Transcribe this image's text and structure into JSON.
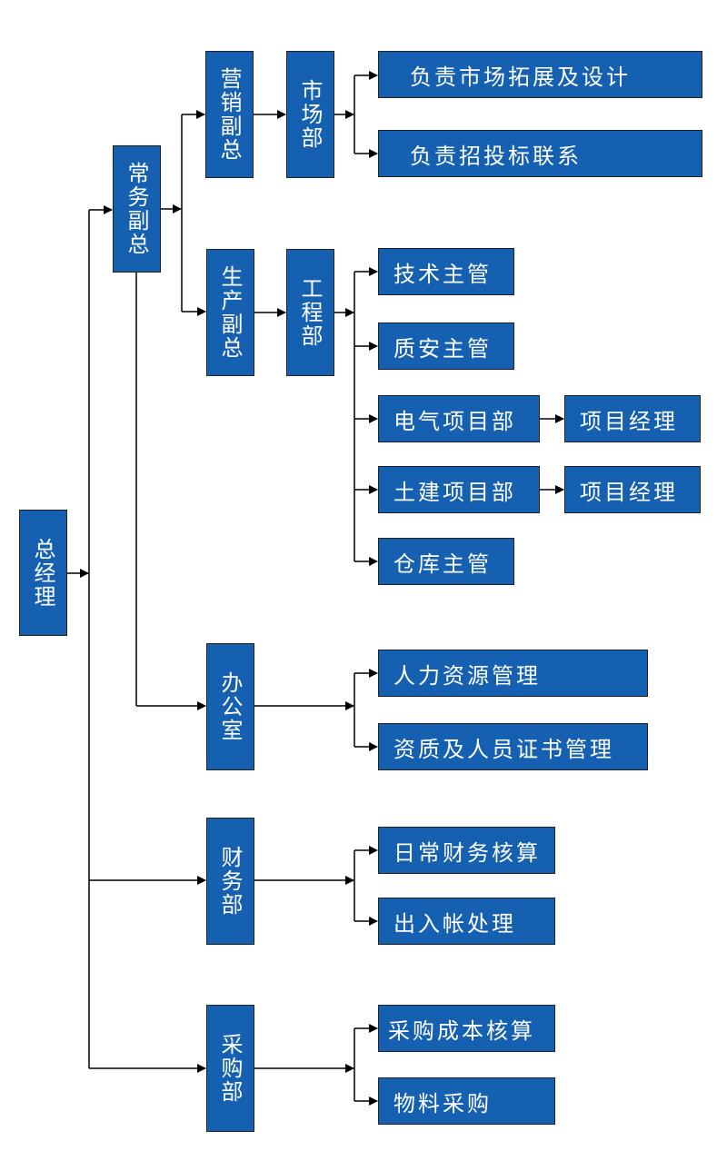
{
  "colors": {
    "box_fill": "#1560b0",
    "box_border": "#222222",
    "text": "#ffffff",
    "line": "#000000"
  },
  "nodes": {
    "general_manager": "总经理",
    "executive_vp": "常务副总",
    "marketing_vp": "营销副总",
    "market_dept": "市场部",
    "market_task_1": "负责市场拓展及设计",
    "market_task_2": "负责招投标联系",
    "production_vp": "生产副总",
    "engineering_dept": "工程部",
    "tech_supervisor": "技术主管",
    "quality_safety_supervisor": "质安主管",
    "electrical_project_dept": "电气项目部",
    "electrical_project_manager": "项目经理",
    "civil_project_dept": "土建项目部",
    "civil_project_manager": "项目经理",
    "warehouse_supervisor": "仓库主管",
    "office": "办公室",
    "hr_management": "人力资源管理",
    "qualification_management": "资质及人员证书管理",
    "finance_dept": "财务部",
    "daily_accounting": "日常财务核算",
    "accounts_processing": "出入帐处理",
    "purchasing_dept": "采购部",
    "purchase_cost_accounting": "采购成本核算",
    "material_purchasing": "物料采购"
  }
}
